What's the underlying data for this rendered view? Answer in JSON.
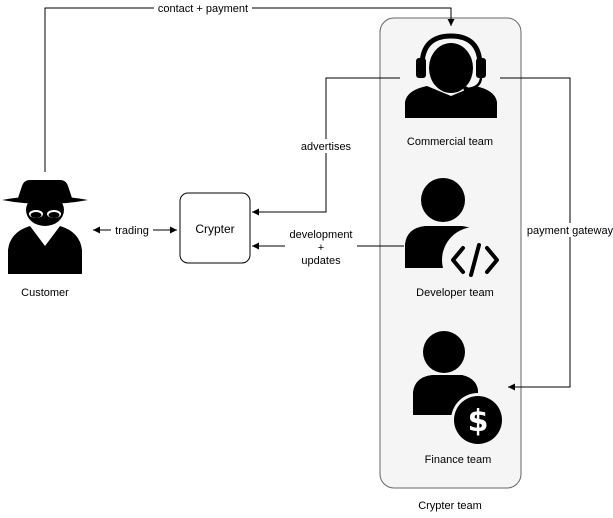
{
  "nodes": {
    "customer": {
      "label": "Customer",
      "icon": "spy-icon"
    },
    "crypter": {
      "label": "Crypter"
    },
    "commercial_team": {
      "label": "Commercial team",
      "icon": "headset-person-icon"
    },
    "developer_team": {
      "label": "Developer team",
      "icon": "developer-person-icon"
    },
    "finance_team": {
      "label": "Finance team",
      "icon": "finance-person-icon"
    }
  },
  "group": {
    "label": "Crypter team"
  },
  "edges": {
    "contact_payment": {
      "label": "contact + payment"
    },
    "trading": {
      "label": "trading"
    },
    "advertises": {
      "label": "advertises"
    },
    "development_updates": {
      "label_lines": [
        "development",
        "+",
        "updates"
      ]
    },
    "payment_gateway": {
      "label": "payment gateway"
    }
  },
  "colors": {
    "icon": "#000000",
    "group_fill": "#f5f5f5",
    "group_stroke": "#666666",
    "edge": "#000000"
  }
}
